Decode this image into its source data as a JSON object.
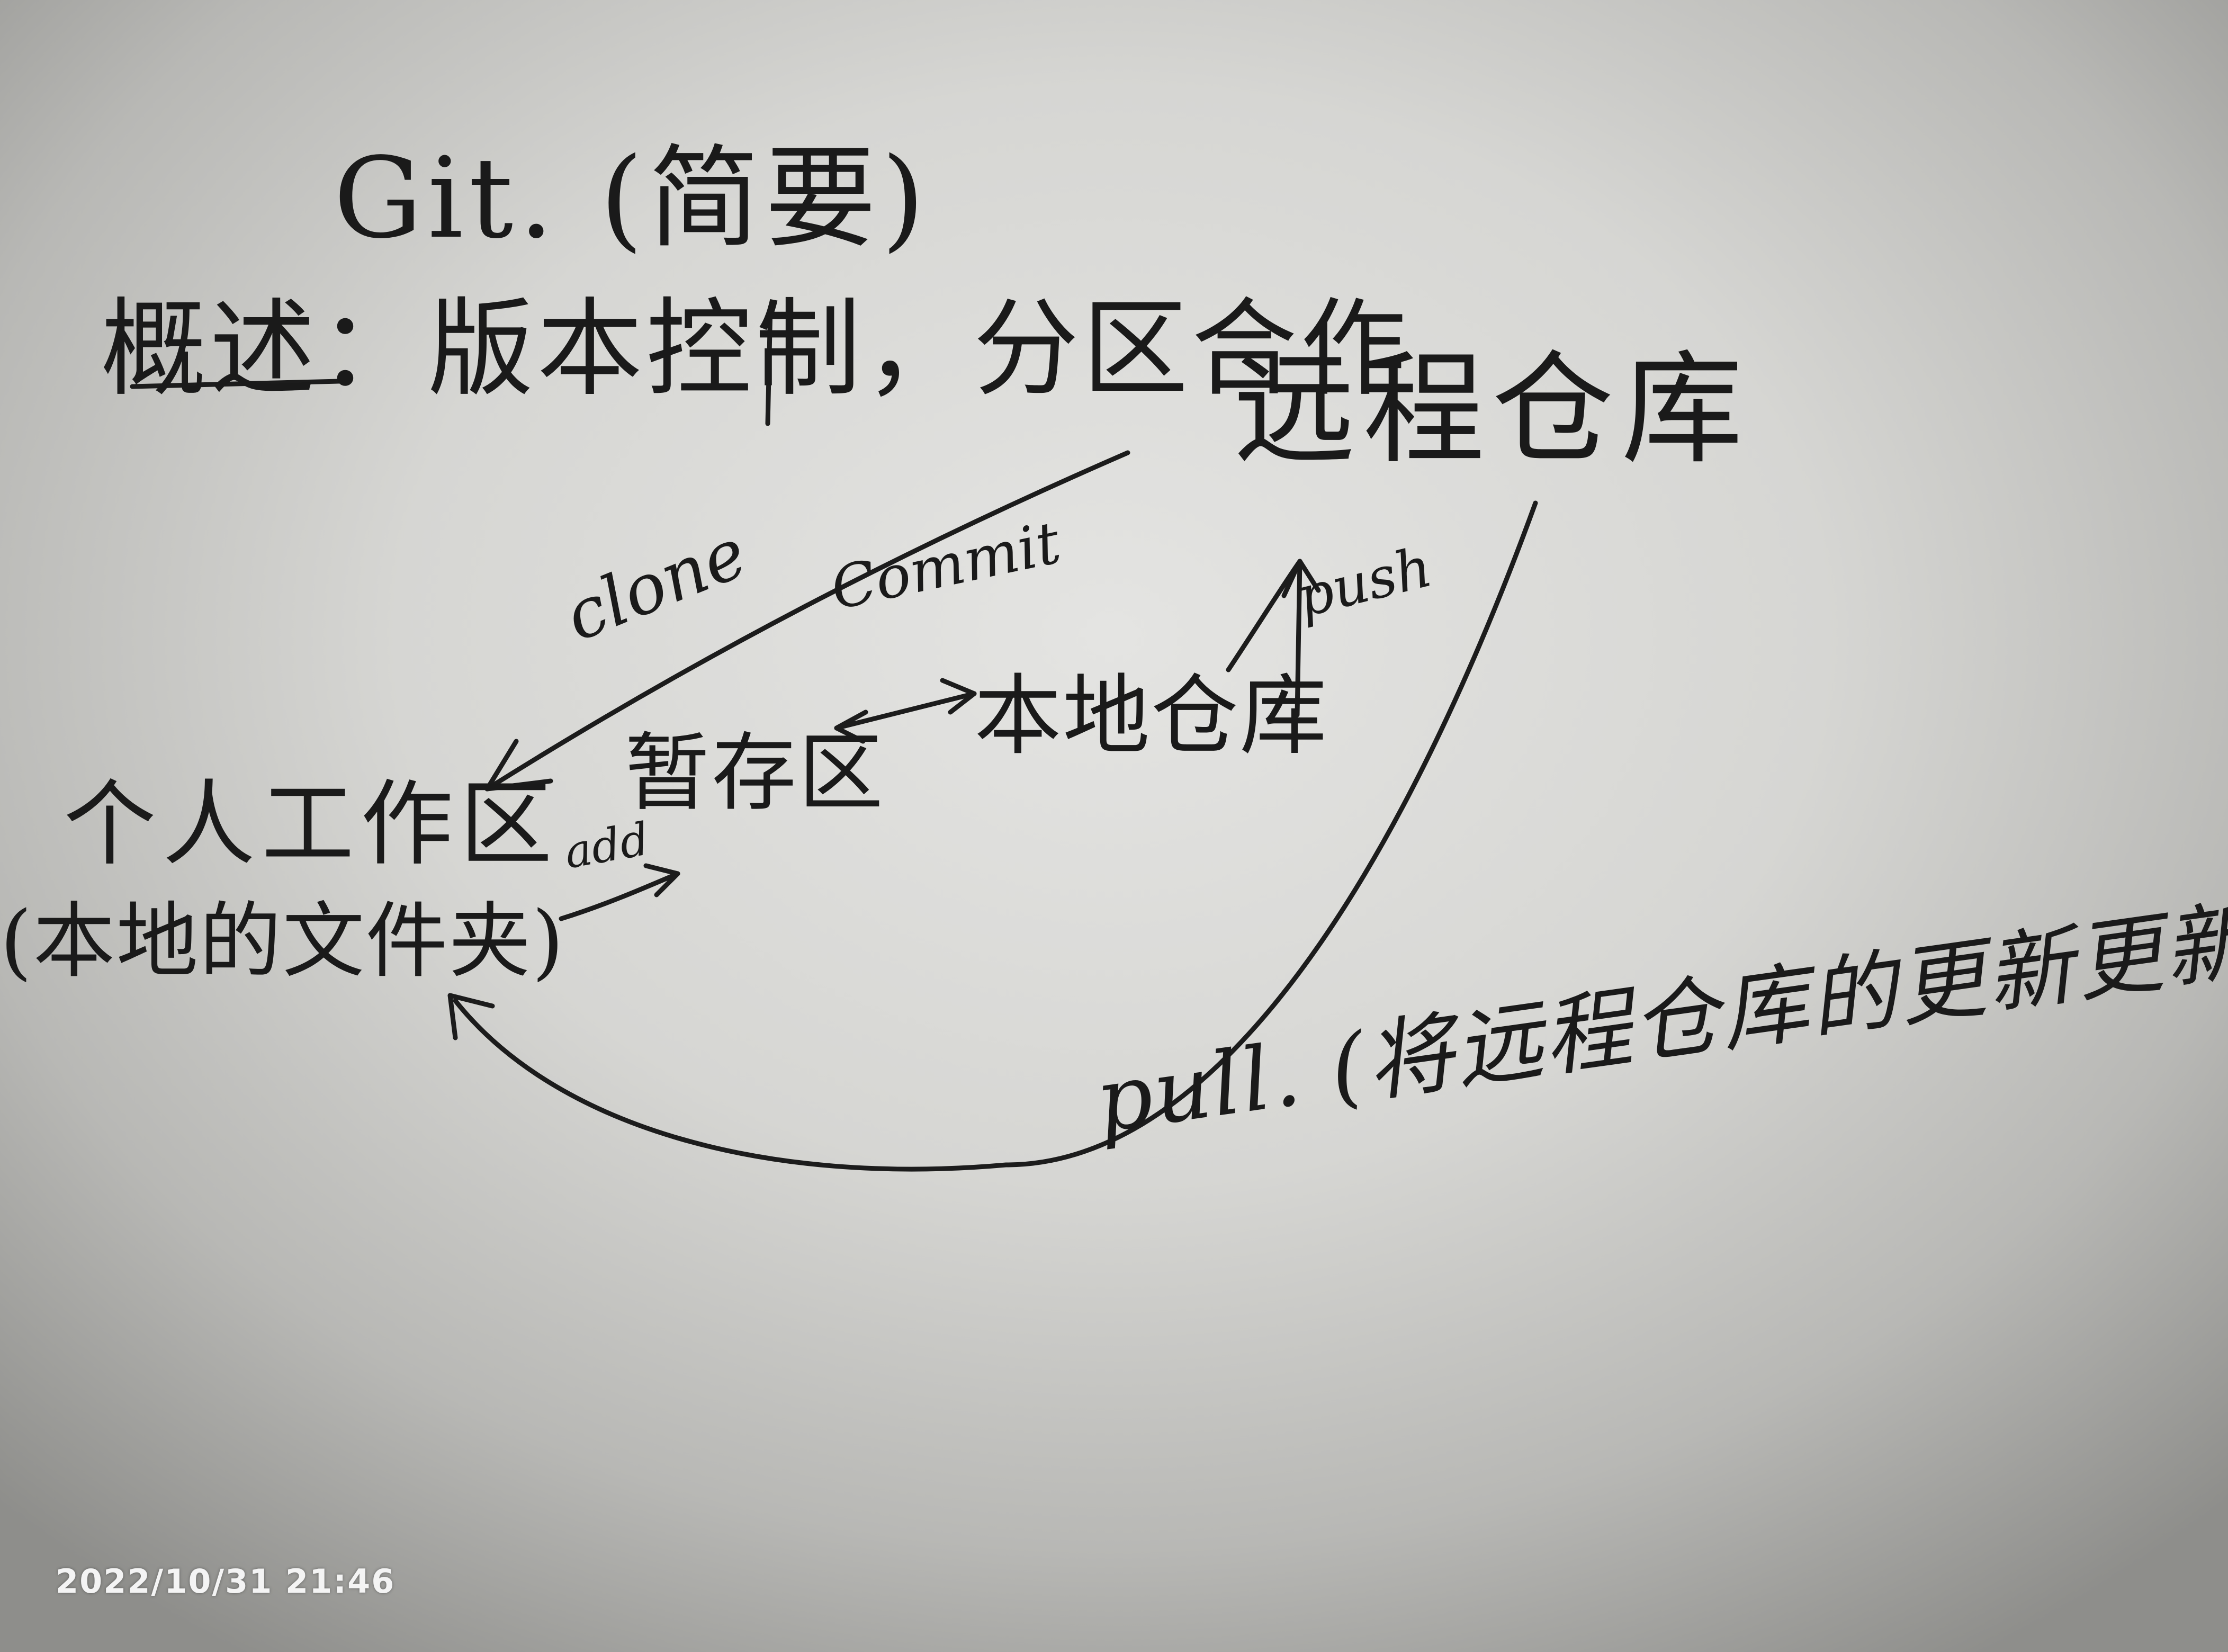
{
  "notes": {
    "title": "Git. (简要)",
    "overview": "概述：版本控制，分区合作",
    "remote_repo": "远程仓库",
    "clone_label": "clone",
    "commit_label": "Commit",
    "push_label": "push",
    "staging_area": "暂存区",
    "local_repo": "本地仓库",
    "work_zone": "个人工作区",
    "work_folder": "(本地的文件夹)",
    "add_label": "add",
    "pull_note": "pull. (将远程仓库的更新更新到本地)"
  },
  "overlay": {
    "timestamp": "2022/10/31 21:46"
  },
  "colors": {
    "ink": "#1a1a1a",
    "paper": "#dcdcda"
  }
}
